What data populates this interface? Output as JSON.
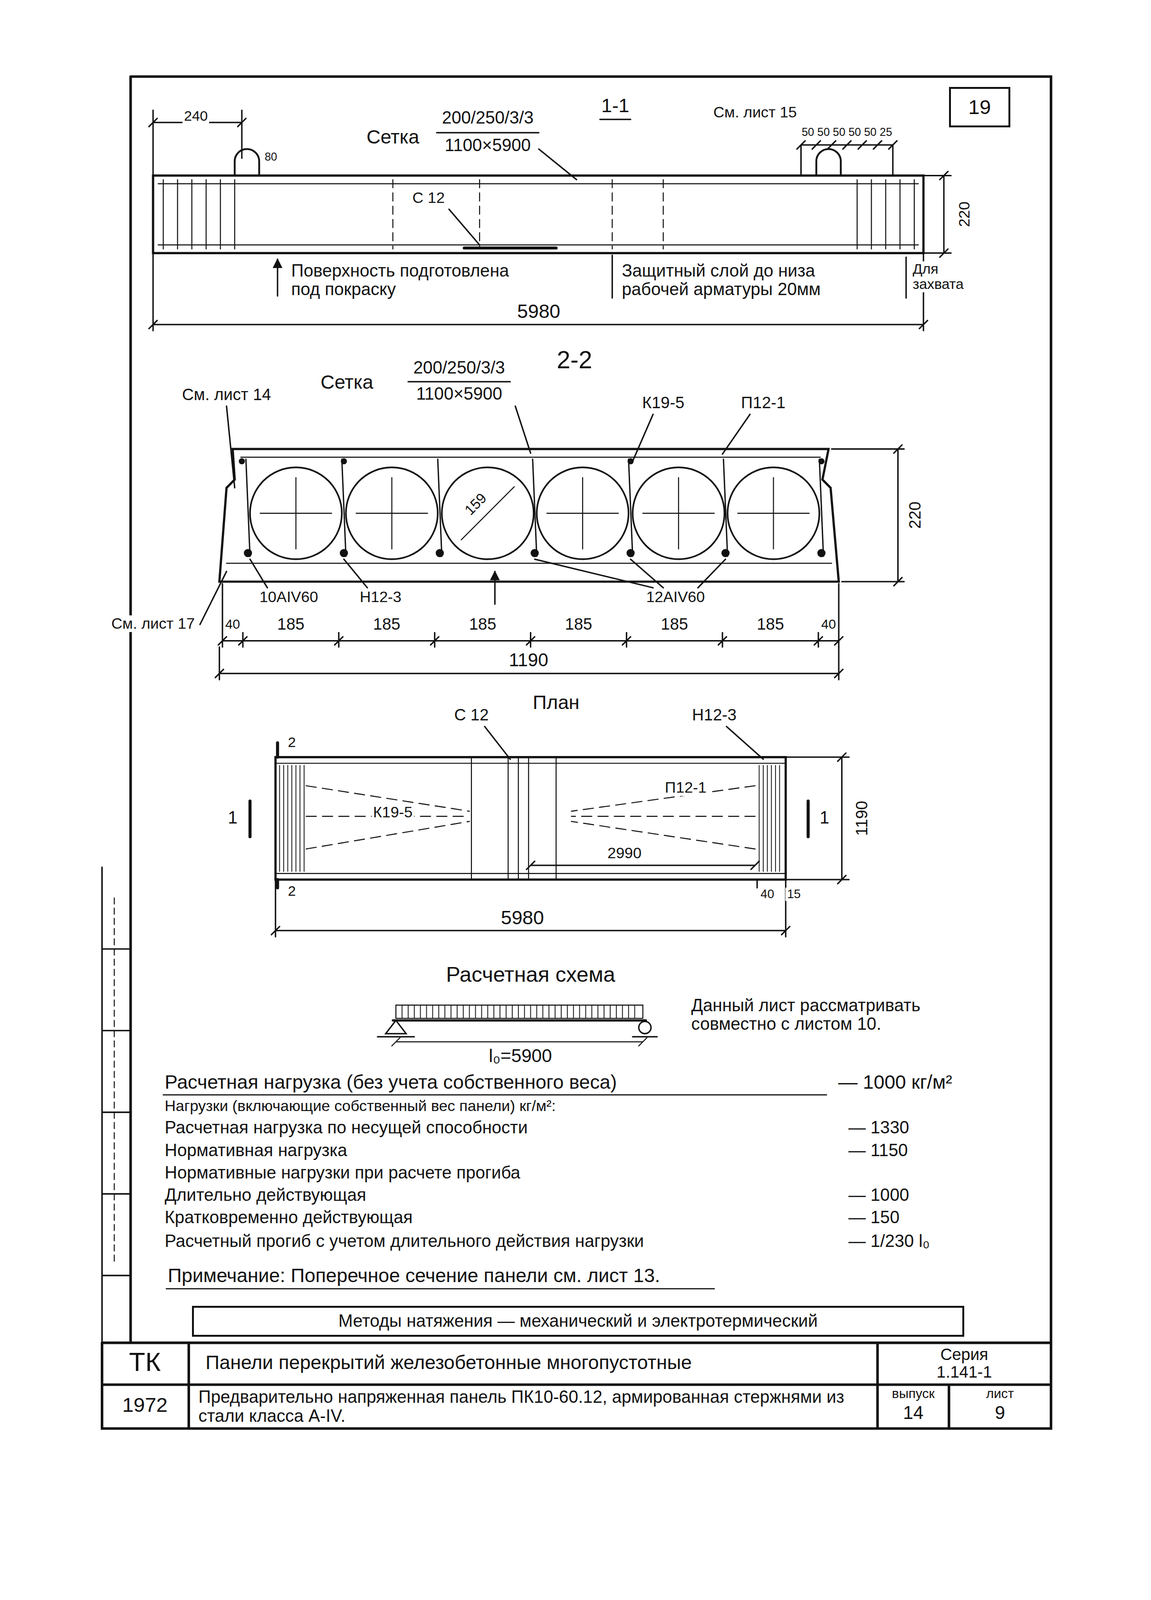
{
  "diagram": {
    "nodes": [
      {
        "text": [
          "19"
        ]
      },
      {
        "text": [
          "Методы натяжения — механический и электротермический"
        ]
      }
    ],
    "labels": [
      "240",
      "Сетка",
      "200/250/3/3",
      "1100×5900",
      "1-1",
      "См. лист 15",
      "50 50 50 50 50 25",
      "80",
      "220",
      "С 12",
      "Поверхность подготовлена под покраску",
      "Защитный слой до низа рабочей арматуры 20мм",
      "Для захвата",
      "5980",
      "2-2",
      "Сетка",
      "200/250/3/3",
      "1100×5900",
      "См. лист 14",
      "К19-5",
      "П12-1",
      "159",
      "220",
      "10АIV60",
      "Н12-3",
      "12АIV60",
      "См. лист 17",
      "40",
      "185",
      "185",
      "185",
      "185",
      "185",
      "185",
      "40",
      "1190",
      "План",
      "С 12",
      "Н12-3",
      "2",
      "1",
      "1",
      "К19-5",
      "П12-1",
      "2990",
      "1190",
      "2",
      "40",
      "15",
      "5980",
      "Расчетная схема",
      "l₀=5900",
      "Данный лист рассматривать совместно с листом 10.",
      "Расчетная нагрузка (без учета собственного веса)",
      "— 1000 кг/м²",
      "Нагрузки (включающие собственный вес панели) кг/м²:",
      "Расчетная нагрузка по несущей способности",
      "— 1330",
      "Нормативная нагрузка",
      "— 1150",
      "Нормативные нагрузки при расчете прогиба",
      "Длительно действующая",
      "— 1000",
      "Кратковременно действующая",
      "— 150",
      "Расчетный прогиб с учетом длительного действия нагрузки",
      "— 1/230 l₀",
      "Примечание: Поперечное сечение панели см. лист 13.",
      "ТК",
      "Панели перекрытий железобетонные многопустотные",
      "Серия 1.141-1",
      "1972",
      "Предварительно напряженная панель ПК10-60.12, армированная стержнями из стали класса А-IV.",
      "выпуск",
      "лист",
      "14",
      "9"
    ]
  }
}
